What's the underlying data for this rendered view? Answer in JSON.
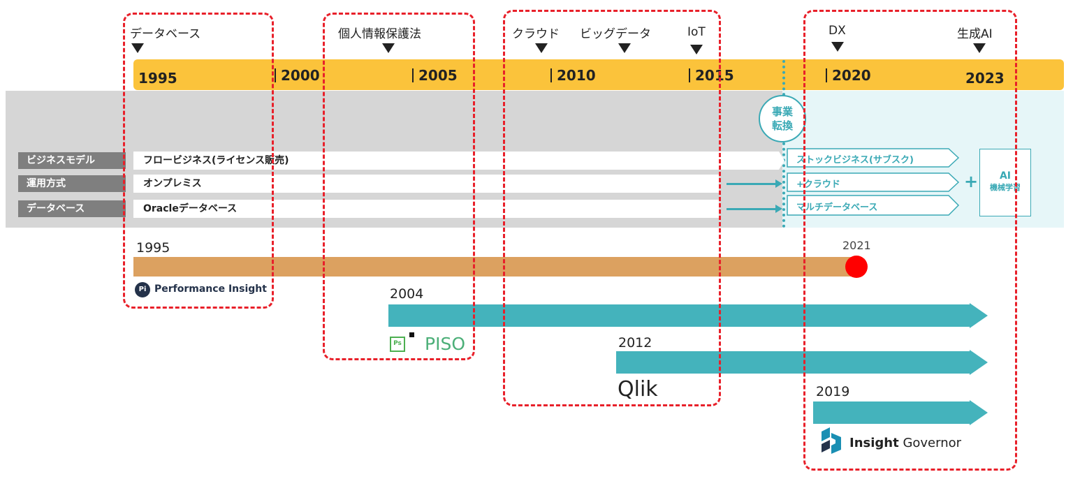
{
  "events": {
    "database": "データベース",
    "privacy_law": "個人情報保護法",
    "cloud": "クラウド",
    "bigdata": "ビッグデータ",
    "iot": "IoT",
    "dx": "DX",
    "genai": "生成AI"
  },
  "years": {
    "y1995": "1995",
    "y2000": "2000",
    "y2005": "2005",
    "y2010": "2010",
    "y2015": "2015",
    "y2020": "2020",
    "y2023": "2023"
  },
  "transform_badge": "事業\n転換",
  "rows": [
    {
      "label": "ビジネスモデル",
      "old": "フロービジネス(ライセンス販売)",
      "new": "ストックビジネス(サブスク)"
    },
    {
      "label": "運用方式",
      "old": "オンプレミス",
      "new": "+クラウド"
    },
    {
      "label": "データベース",
      "old": "Oracleデータベース",
      "new": "マルチデータベース"
    }
  ],
  "plus_sign": "+",
  "ai_box": {
    "title": "AI",
    "sub": "機械学習"
  },
  "products": {
    "pi": {
      "start": "1995",
      "end": "2021",
      "name": "Performance Insight",
      "logo": "Pi"
    },
    "piso": {
      "start": "2004",
      "name": "PISO",
      "logo": "Ps"
    },
    "qlik": {
      "start": "2012",
      "name": "Qlik"
    },
    "ig": {
      "start": "2019",
      "name_bold": "Insight",
      "name_rest": "Governor"
    }
  },
  "colors": {
    "year_bar": "#fbc33b",
    "pi_bar": "#dca160",
    "teal": "#44b3bc",
    "end_dot": "#ff0000",
    "dash": "#e8202a"
  }
}
